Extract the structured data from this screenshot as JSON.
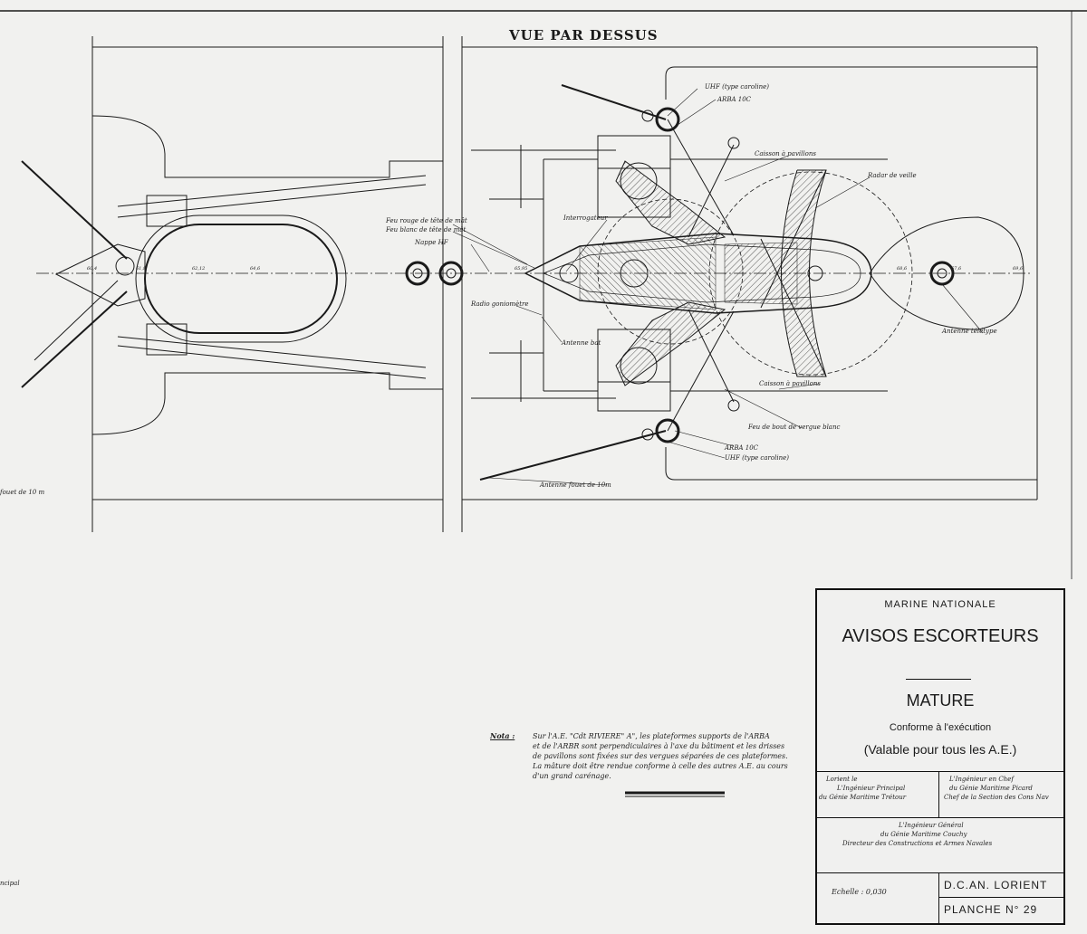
{
  "drawing": {
    "view_title": "VUE PAR DESSUS",
    "labels": {
      "uhf_top": "UHF (type caroline)",
      "arba_top": "ARBA 10C",
      "caisson_top": "Caisson à pavillons",
      "radar": "Radar de veille",
      "feu_rouge": "Feu rouge de tête de mât",
      "feu_blanc": "Feu blanc de tête de mât",
      "nappe": "Nappe HF",
      "interrogateur": "Interrogateur",
      "radiogonio": "Radio goniomètre",
      "antenne_bat": "Antenne bat",
      "antenne_telefax": "Antenne télétype",
      "caisson_bottom": "Caisson à pavillons",
      "feu_vergue": "Feu de bout de vergue blanc",
      "arba_bottom": "ARBA 10C",
      "uhf_bottom": "UHF (type caroline)",
      "antenne_fouet": "Antenne fouet de 10m",
      "left_edge_1": "fouet de 10 m",
      "left_edge_2": "ncipal"
    },
    "dimensions": [
      "60,4",
      "61,8",
      "62,12",
      "64,6",
      "65,95",
      "68,6",
      "67,6",
      "69,6"
    ]
  },
  "note": {
    "heading": "Nota :",
    "lines": [
      "Sur l'A.E. \"Cdt RIVIERE\" A\", les plateformes supports de l'ARBA",
      "et de l'ARBR sont perpendiculaires à l'axe du bâtiment et les drisses",
      "de pavillons sont fixées sur des vergues séparées de ces plateformes.",
      "La mâture doit être rendue conforme à celle des autres A.E. au cours",
      "d'un grand carénage."
    ]
  },
  "title_block": {
    "org": "MARINE NATIONALE",
    "project": "AVISOS ESCORTEURS",
    "subject": "MATURE",
    "status": "Conforme à l'exécution",
    "validity": "(Valable pour tous les A.E.)",
    "sig_left": [
      "Lorient le",
      "L'Ingénieur Principal",
      "du Génie Maritime Trétour"
    ],
    "sig_right": [
      "L'Ingénieur en Chef",
      "du Génie Maritime Picard",
      "Chef de la Section des Cons Nav"
    ],
    "sig_center": [
      "L'Ingénieur Général",
      "du Génie Maritime Couchy",
      "Directeur des Constructions et Armes Navales"
    ],
    "scale_label": "Echelle : 0,030",
    "office": "D.C.AN. LORIENT",
    "sheet": "PLANCHE N° 29"
  }
}
